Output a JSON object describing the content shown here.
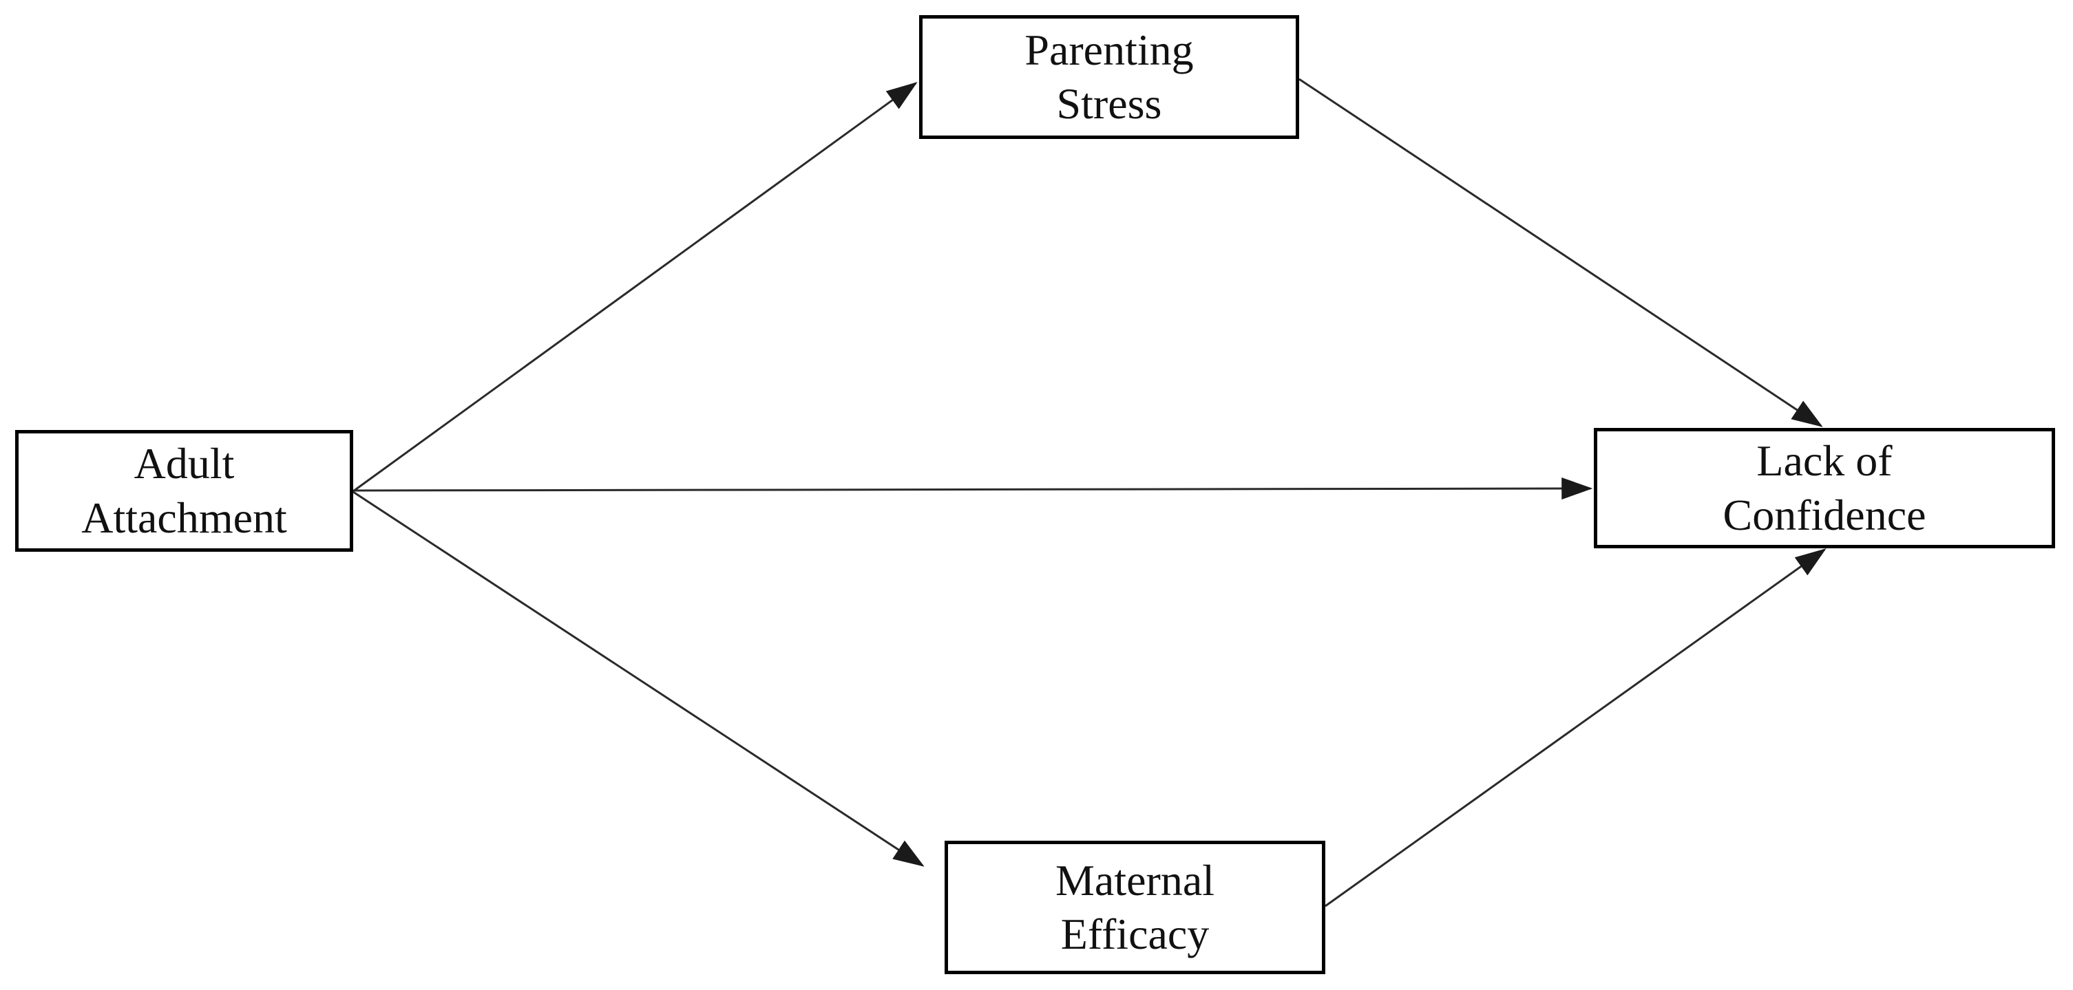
{
  "diagram": {
    "type": "path-model",
    "background_color": "#ffffff",
    "box_border_color": "#000000",
    "arrow_color": "#2a2a2a",
    "text_color": "#111111",
    "nodes": [
      {
        "id": "adult-attachment",
        "role": "predictor",
        "line1": "Adult",
        "line2": "Attachment"
      },
      {
        "id": "parenting-stress",
        "role": "mediator",
        "line1": "Parenting",
        "line2": "Stress"
      },
      {
        "id": "maternal-efficacy",
        "role": "mediator",
        "line1": "Maternal",
        "line2": "Efficacy"
      },
      {
        "id": "lack-of-confidence",
        "role": "outcome",
        "line1": "Lack of",
        "line2": "Confidence"
      }
    ],
    "edges": [
      {
        "from": "adult-attachment",
        "to": "parenting-stress",
        "label": ""
      },
      {
        "from": "adult-attachment",
        "to": "lack-of-confidence",
        "label": ""
      },
      {
        "from": "adult-attachment",
        "to": "maternal-efficacy",
        "label": ""
      },
      {
        "from": "parenting-stress",
        "to": "lack-of-confidence",
        "label": ""
      },
      {
        "from": "maternal-efficacy",
        "to": "lack-of-confidence",
        "label": ""
      }
    ]
  }
}
